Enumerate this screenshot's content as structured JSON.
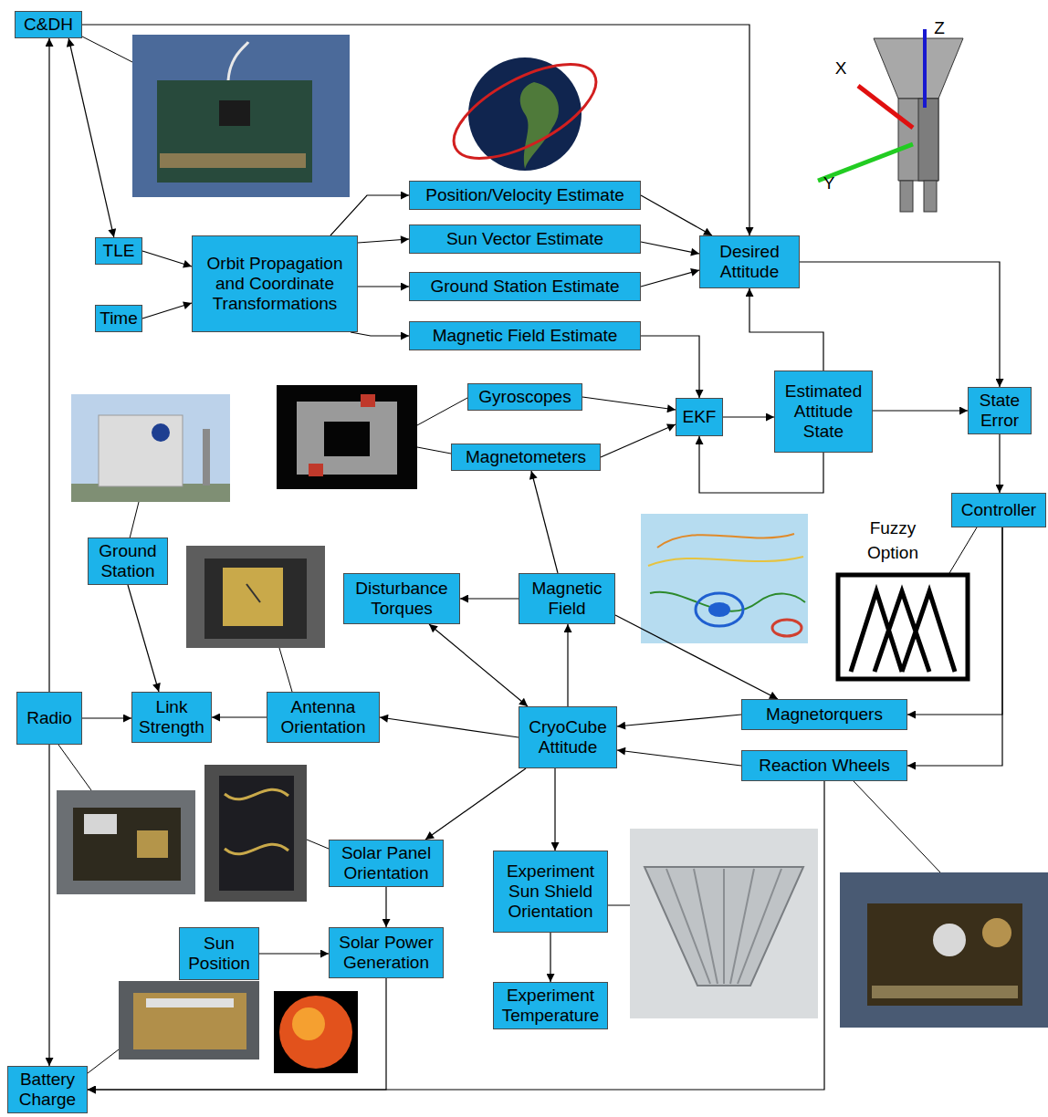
{
  "diagram": {
    "nodes": [
      {
        "text": [
          "C&DH"
        ]
      },
      {
        "text": [
          "TLE"
        ]
      },
      {
        "text": [
          "Time"
        ]
      },
      {
        "text": [
          "Orbit Propagation and Coordinate Transformations"
        ]
      },
      {
        "text": [
          "Position/Velocity Estimate"
        ]
      },
      {
        "text": [
          "Sun Vector Estimate"
        ]
      },
      {
        "text": [
          "Ground Station Estimate"
        ]
      },
      {
        "text": [
          "Magnetic Field Estimate"
        ]
      },
      {
        "text": [
          "Desired Attitude"
        ]
      },
      {
        "text": [
          "Gyroscopes"
        ]
      },
      {
        "text": [
          "Magnetometers"
        ]
      },
      {
        "text": [
          "EKF"
        ]
      },
      {
        "text": [
          "Estimated Attitude State"
        ]
      },
      {
        "text": [
          "State Error"
        ]
      },
      {
        "text": [
          "Controller"
        ]
      },
      {
        "text": [
          "Ground Station"
        ]
      },
      {
        "text": [
          "Disturbance Torques"
        ]
      },
      {
        "text": [
          "Magnetic Field"
        ]
      },
      {
        "text": [
          "Radio"
        ]
      },
      {
        "text": [
          "Link Strength"
        ]
      },
      {
        "text": [
          "Antenna Orientation"
        ]
      },
      {
        "text": [
          "CryoCube Attitude"
        ]
      },
      {
        "text": [
          "Magnetorquers"
        ]
      },
      {
        "text": [
          "Reaction Wheels"
        ]
      },
      {
        "text": [
          "Solar Panel Orientation"
        ]
      },
      {
        "text": [
          "Experiment Sun Shield Orientation"
        ]
      },
      {
        "text": [
          "Sun Position"
        ]
      },
      {
        "text": [
          "Solar Power Generation"
        ]
      },
      {
        "text": [
          "Experiment Temperature"
        ]
      },
      {
        "text": [
          "Battery Charge"
        ]
      }
    ],
    "edges": [
      {
        "from": 0,
        "to": 1,
        "arrow": "both"
      },
      {
        "from": 0,
        "to": 8,
        "arrow": "to"
      },
      {
        "from": 1,
        "to": 3,
        "arrow": "to"
      },
      {
        "from": 2,
        "to": 3,
        "arrow": "to"
      },
      {
        "from": 3,
        "to": 4,
        "arrow": "to"
      },
      {
        "from": 3,
        "to": 5,
        "arrow": "to"
      },
      {
        "from": 3,
        "to": 6,
        "arrow": "to"
      },
      {
        "from": 3,
        "to": 7,
        "arrow": "to"
      },
      {
        "from": 4,
        "to": 8,
        "arrow": "to"
      },
      {
        "from": 5,
        "to": 8,
        "arrow": "to"
      },
      {
        "from": 6,
        "to": 8,
        "arrow": "to"
      },
      {
        "from": 7,
        "to": 11,
        "arrow": "to"
      },
      {
        "from": 9,
        "to": 11,
        "arrow": "to"
      },
      {
        "from": 10,
        "to": 11,
        "arrow": "to"
      },
      {
        "from": 11,
        "to": 12,
        "arrow": "to"
      },
      {
        "from": 12,
        "to": 11,
        "arrow": "to"
      },
      {
        "from": 12,
        "to": 8,
        "arrow": "to"
      },
      {
        "from": 12,
        "to": 13,
        "arrow": "to"
      },
      {
        "from": 8,
        "to": 13,
        "arrow": "to"
      },
      {
        "from": 13,
        "to": 14,
        "arrow": "to"
      },
      {
        "from": 14,
        "to": 22,
        "arrow": "to"
      },
      {
        "from": 14,
        "to": 23,
        "arrow": "to"
      },
      {
        "from": 17,
        "to": 10,
        "arrow": "to"
      },
      {
        "from": 17,
        "to": 16,
        "arrow": "to"
      },
      {
        "from": 17,
        "to": 22,
        "arrow": "to"
      },
      {
        "from": 16,
        "to": 21,
        "arrow": "both"
      },
      {
        "from": 21,
        "to": 17,
        "arrow": "to"
      },
      {
        "from": 21,
        "to": 20,
        "arrow": "to"
      },
      {
        "from": 20,
        "to": 19,
        "arrow": "to"
      },
      {
        "from": 15,
        "to": 19,
        "arrow": "to"
      },
      {
        "from": 18,
        "to": 19,
        "arrow": "to"
      },
      {
        "from": 18,
        "to": 0,
        "arrow": "to"
      },
      {
        "from": 18,
        "to": 29,
        "arrow": "to"
      },
      {
        "from": 22,
        "to": 21,
        "arrow": "to"
      },
      {
        "from": 23,
        "to": 21,
        "arrow": "to"
      },
      {
        "from": 21,
        "to": 24,
        "arrow": "to"
      },
      {
        "from": 21,
        "to": 25,
        "arrow": "to"
      },
      {
        "from": 24,
        "to": 27,
        "arrow": "to"
      },
      {
        "from": 26,
        "to": 27,
        "arrow": "to"
      },
      {
        "from": 25,
        "to": 28,
        "arrow": "to"
      },
      {
        "from": 27,
        "to": 29,
        "arrow": "to"
      },
      {
        "from": 23,
        "to": 29,
        "arrow": "to"
      }
    ],
    "labels": [
      "X",
      "Y",
      "Z",
      "Fuzzy Option"
    ]
  }
}
